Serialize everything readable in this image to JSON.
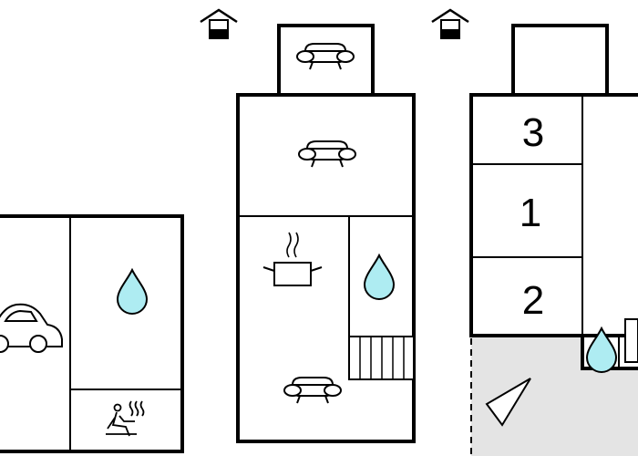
{
  "floor_plan": {
    "colors": {
      "wall": "#000000",
      "water": "#aeecf2",
      "terrace": "#e4e4e4",
      "background": "#ffffff"
    },
    "floors": [
      {
        "name": "ground-floor",
        "rooms": [
          "garage",
          "bathroom",
          "sauna"
        ],
        "icons": [
          "car-icon",
          "water-drop-icon",
          "sauna-icon"
        ]
      },
      {
        "name": "middle-floor",
        "rooms": [
          "balcony",
          "living-room",
          "kitchen",
          "bathroom",
          "lounge"
        ],
        "icons": [
          "house-entrance-icon",
          "sofa-icon",
          "sofa-icon",
          "cooking-pot-icon",
          "water-drop-icon",
          "stairs-icon",
          "sofa-icon"
        ]
      },
      {
        "name": "upper-floor",
        "rooms": [
          "bedroom-3",
          "bedroom-1",
          "bedroom-2",
          "bathroom",
          "terrace"
        ],
        "icons": [
          "house-entrance-icon",
          "water-drop-icon",
          "compass-arrow-icon"
        ]
      }
    ],
    "room_labels": [
      "3",
      "1",
      "2"
    ]
  }
}
